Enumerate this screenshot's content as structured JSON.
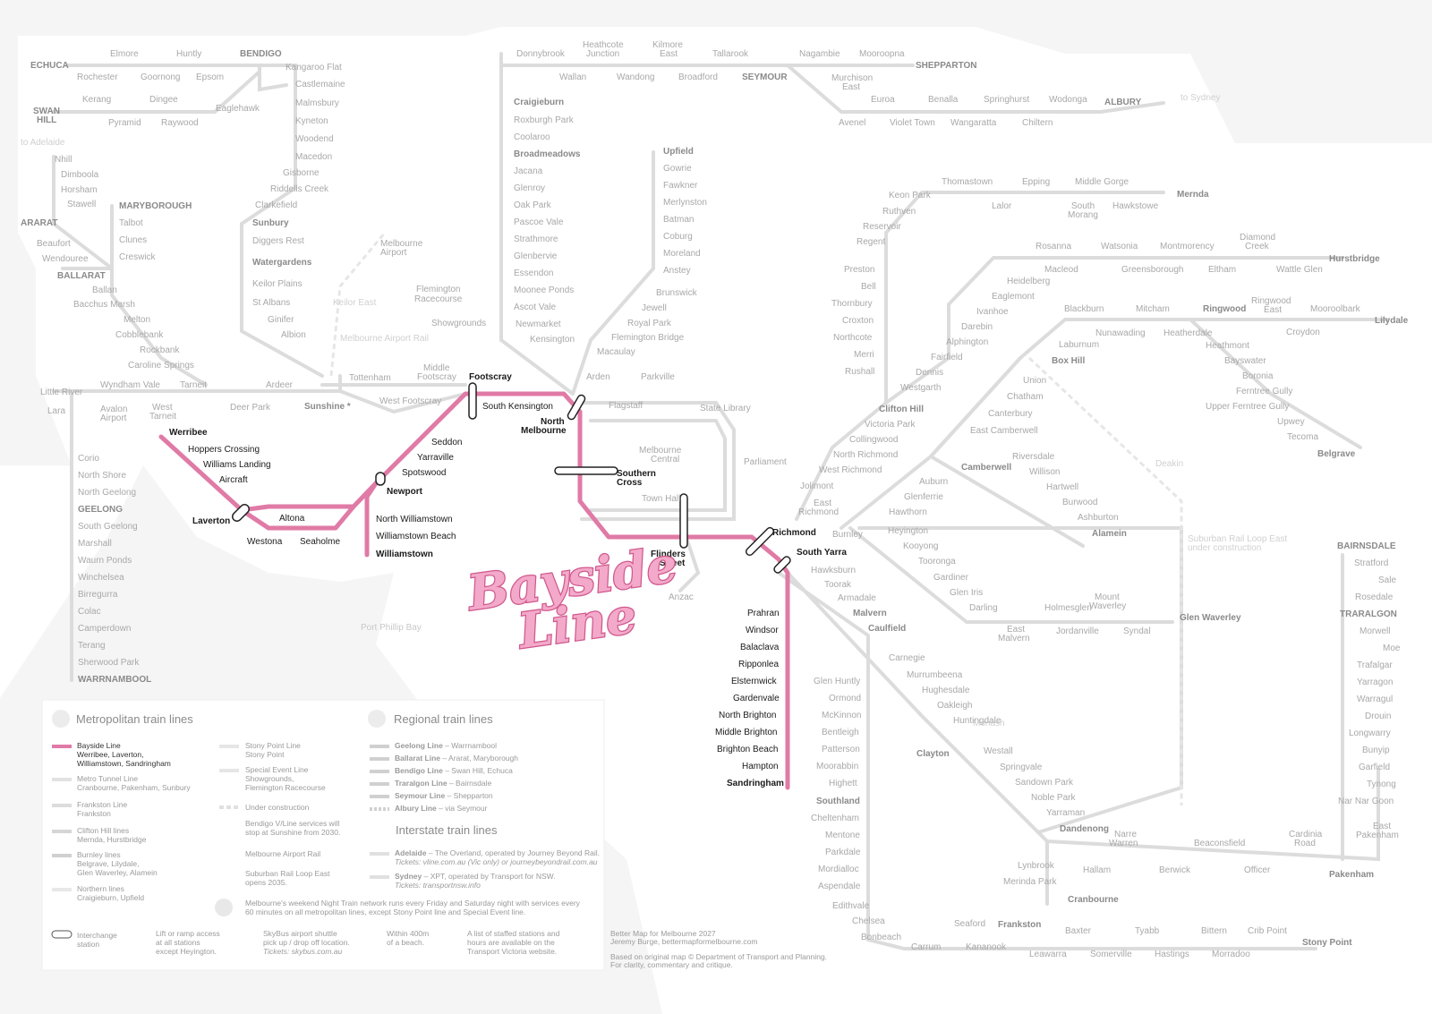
{
  "legend": {
    "metro_title": "Metropolitan train lines",
    "regional_title": "Regional train lines",
    "interstate_title": "Interstate train lines",
    "bayside_name": "Bayside Line",
    "bayside_desc": "Werribee, Laverton,",
    "bayside_desc2": "Williamstown, Sandringham",
    "metro_tunnel_name": "Metro Tunnel Line",
    "metro_tunnel_desc": "Cranbourne, Pakenham, Sunbury",
    "frankston_name": "Frankston Line",
    "frankston_desc": "Frankston",
    "clifton_name": "Clifton Hill lines",
    "clifton_desc": "Mernda, Hurstbridge",
    "burnley_name": "Burnley lines",
    "burnley_desc": "Belgrave, Lilydale,",
    "burnley_desc2": "Glen Waverley, Alamein",
    "northern_name": "Northern lines",
    "northern_desc": "Craigieburn, Upfield",
    "stony_name": "Stony Point Line",
    "stony_desc": "Stony Point",
    "special_name": "Special Event Line",
    "special_desc": "Showgrounds,",
    "special_desc2": "Flemington Racecourse",
    "under_construction": "Under construction",
    "bendigo_note": "Bendigo V/Line services will",
    "bendigo_note2": "stop at Sunshine from 2030.",
    "airport_rail": "Melbourne Airport Rail",
    "srl_note": "Suburban Rail Loop East",
    "srl_note2": "opens 2035.",
    "geelong_line": "Geelong Line",
    "geelong_dest": "– Warrnambool",
    "ballarat_line": "Ballarat Line",
    "ballarat_dest": "– Ararat, Maryborough",
    "bendigo_line": "Bendigo Line",
    "bendigo_dest": "– Swan Hill, Echuca",
    "traralgon_line": "Traralgon Line",
    "traralgon_dest": "– Bairnsdale",
    "seymour_line": "Seymour Line",
    "seymour_dest": "– Shepparton",
    "albury_line": "Albury Line",
    "albury_dest": "– via Seymour",
    "adelaide_label": "Adelaide",
    "adelaide_desc": "– The Overland, operated by Journey Beyond Rail.",
    "adelaide_tickets": "Tickets: vline.com.au (Vic only) or journeybeyondrail.com.au",
    "sydney_label": "Sydney",
    "sydney_desc": "– XPT, operated by Transport for NSW.",
    "sydney_tickets": "Tickets: transportnsw.info",
    "night_note": "Melbourne's weekend Night Train network runs every Friday and Saturday night with services every",
    "night_note2": "60 minutes on all metropolitan lines, except Stony Point line and Special Event line.",
    "interchange": "Interchange",
    "interchange2": "station",
    "lift": "Lift or ramp access",
    "lift2": "at all stations",
    "lift3": "except Heyington.",
    "skybus": "SkyBus airport shuttle",
    "skybus2": "pick up / drop off location.",
    "skybus3": "Tickets: skybus.com.au",
    "beach": "Within 400m",
    "beach2": "of a beach.",
    "staffed": "A list of staffed stations and",
    "staffed2": "hours are available on the",
    "staffed3": "Transport Victoria website.",
    "credit": "Better Map for Melbourne 2027",
    "credit2": "Jeremy Burge, bettermapformelbourne.com",
    "credit3": "Based on original map © Department of Transport and Planning.",
    "credit4": "For clarity, commentary and critique."
  },
  "logo": {
    "line1": "Bayside",
    "line2": "Line"
  },
  "water": {
    "bay": "Port Phillip Bay"
  },
  "colors": {
    "bayside": "#e07aa6",
    "line": "#d8d8d8",
    "bg": "#f5f5f5",
    "land": "#ffffff"
  },
  "stations": {
    "echuca": "ECHUCA",
    "elmore": "Elmore",
    "rochester": "Rochester",
    "huntly": "Huntly",
    "goornong": "Goornong",
    "epsom": "Epsom",
    "bendigo": "BENDIGO",
    "kangaroo_flat": "Kangaroo Flat",
    "castlemaine": "Castlemaine",
    "malmsbury": "Malmsbury",
    "kyneton": "Kyneton",
    "woodend": "Woodend",
    "macedon": "Macedon",
    "gisborne": "Gisborne",
    "riddells": "Riddells Creek",
    "clarkefield": "Clarkefield",
    "sunbury": "Sunbury",
    "diggers": "Diggers Rest",
    "watergardens": "Watergardens",
    "keilor_plains": "Keilor Plains",
    "st_albans": "St Albans",
    "ginifer": "Ginifer",
    "albion": "Albion",
    "swan_hill": "SWAN",
    "swan_hill2": "HILL",
    "kerang": "Kerang",
    "pyramid": "Pyramid",
    "dingee": "Dingee",
    "raywood": "Raywood",
    "eaglehawk": "Eaglehawk",
    "to_adelaide": "to Adelaide",
    "nhill": "Nhill",
    "dimboola": "Dimboola",
    "horsham": "Horsham",
    "stawell": "Stawell",
    "ararat": "ARARAT",
    "maryborough": "MARYBOROUGH",
    "talbot": "Talbot",
    "clunes": "Clunes",
    "creswick": "Creswick",
    "beaufort": "Beaufort",
    "wendouree": "Wendouree",
    "ballarat": "BALLARAT",
    "ballan": "Ballan",
    "bacchus": "Bacchus Marsh",
    "melton": "Melton",
    "cobblebank": "Cobblebank",
    "rockbank": "Rockbank",
    "caroline": "Caroline Springs",
    "wyndham": "Wyndham Vale",
    "tarneit": "Tarneit",
    "ardeer": "Ardeer",
    "deer_park": "Deer Park",
    "little_river": "Little River",
    "lara": "Lara",
    "avalon": "Avalon",
    "avalon2": "Airport",
    "west_tarneit": "West",
    "west_tarneit2": "Tarneit",
    "sunshine": "Sunshine *",
    "tottenham": "Tottenham",
    "middle_footscray": "Middle",
    "middle_footscray2": "Footscray",
    "west_footscray": "West Footscray",
    "footscray": "Footscray",
    "south_kensington": "South Kensington",
    "north_melbourne": "North",
    "north_melbourne2": "Melbourne",
    "seddon": "Seddon",
    "yarraville": "Yarraville",
    "spotswood": "Spotswood",
    "newport": "Newport",
    "werribee": "Werribee",
    "hoppers": "Hoppers Crossing",
    "williams_landing": "Williams Landing",
    "aircraft": "Aircraft",
    "laverton": "Laverton",
    "altona": "Altona",
    "westona": "Westona",
    "seaholme": "Seaholme",
    "north_williamstown": "North Williamstown",
    "williamstown_beach": "Williamstown Beach",
    "williamstown": "Williamstown",
    "southern_cross": "Southern",
    "southern_cross2": "Cross",
    "flinders": "Flinders",
    "flinders2": "Street",
    "richmond": "Richmond",
    "south_yarra": "South Yarra",
    "prahran": "Prahran",
    "windsor": "Windsor",
    "balaclava": "Balaclava",
    "ripponlea": "Ripponlea",
    "elsternwick": "Elsternwick",
    "gardenvale": "Gardenvale",
    "north_brighton": "North Brighton",
    "middle_brighton": "Middle Brighton",
    "brighton_beach": "Brighton Beach",
    "hampton": "Hampton",
    "sandringham": "Sandringham",
    "melbourne_airport": "Melbourne",
    "melbourne_airport2": "Airport",
    "keilor_east": "Keilor East",
    "melbourne_airport_rail": "Melbourne Airport Rail",
    "flemington": "Flemington",
    "flemington2": "Racecourse",
    "showgrounds": "Showgrounds",
    "donnybrook": "Donnybrook",
    "heathcote": "Heathcote",
    "heathcote2": "Junction",
    "kilmore": "Kilmore",
    "kilmore2": "East",
    "tallarook": "Tallarook",
    "nagambie": "Nagambie",
    "mooroopna": "Mooroopna",
    "shepparton": "SHEPPARTON",
    "wallan": "Wallan",
    "wandong": "Wandong",
    "broadford": "Broadford",
    "seymour": "SEYMOUR",
    "murchison": "Murchison",
    "murchison2": "East",
    "euroa": "Euroa",
    "benalla": "Benalla",
    "springhurst": "Springhurst",
    "wodonga": "Wodonga",
    "albury": "ALBURY",
    "to_sydney": "to Sydney",
    "avenel": "Avenel",
    "violet_town": "Violet Town",
    "wangaratta": "Wangaratta",
    "chiltern": "Chiltern",
    "craigieburn": "Craigieburn",
    "roxburgh": "Roxburgh Park",
    "coolaroo": "Coolaroo",
    "broadmeadows": "Broadmeadows",
    "jacana": "Jacana",
    "glenroy": "Glenroy",
    "oak_park": "Oak Park",
    "pascoe_vale": "Pascoe Vale",
    "strathmore": "Strathmore",
    "glenbervie": "Glenbervie",
    "essendon": "Essendon",
    "moonee_ponds": "Moonee Ponds",
    "ascot_vale": "Ascot Vale",
    "newmarket": "Newmarket",
    "kensington": "Kensington",
    "upfield": "Upfield",
    "gowrie": "Gowrie",
    "fawkner": "Fawkner",
    "merlynston": "Merlynston",
    "batman": "Batman",
    "coburg": "Coburg",
    "moreland": "Moreland",
    "anstey": "Anstey",
    "brunswick": "Brunswick",
    "jewell": "Jewell",
    "royal_park": "Royal Park",
    "flemington_bridge": "Flemington Bridge",
    "macaulay": "Macaulay",
    "arden": "Arden",
    "parkville": "Parkville",
    "flagstaff": "Flagstaff",
    "state_library": "State Library",
    "melbourne_central": "Melbourne",
    "melbourne_central2": "Central",
    "parliament": "Parliament",
    "town_hall": "Town Hall",
    "anzac": "Anzac",
    "mernda": "Mernda",
    "thomastown": "Thomastown",
    "epping": "Epping",
    "middle_gorge": "Middle Gorge",
    "keon_park": "Keon Park",
    "lalor": "Lalor",
    "south_morang": "South",
    "south_morang2": "Morang",
    "hawkstowe": "Hawkstowe",
    "ruthven": "Ruthven",
    "reservoir": "Reservoir",
    "regent": "Regent",
    "preston": "Preston",
    "bell": "Bell",
    "thornbury": "Thornbury",
    "croxton": "Croxton",
    "northcote": "Northcote",
    "merri": "Merri",
    "rushall": "Rushall",
    "clifton_hill": "Clifton Hill",
    "victoria_park": "Victoria Park",
    "collingwood": "Collingwood",
    "north_richmond": "North Richmond",
    "west_richmond": "West Richmond",
    "jolimont": "Jolimont",
    "east_richmond": "East",
    "east_richmond2": "Richmond",
    "burnley": "Burnley",
    "hurstbridge": "Hurstbridge",
    "rosanna": "Rosanna",
    "watsonia": "Watsonia",
    "montmorency": "Montmorency",
    "diamond_creek": "Diamond",
    "diamond_creek2": "Creek",
    "macleod": "Macleod",
    "greensborough": "Greensborough",
    "eltham": "Eltham",
    "wattle_glen": "Wattle Glen",
    "heidelberg": "Heidelberg",
    "eaglemont": "Eaglemont",
    "ivanhoe": "Ivanhoe",
    "darebin": "Darebin",
    "alphington": "Alphington",
    "fairfield": "Fairfield",
    "dennis": "Dennis",
    "westgarth": "Westgarth",
    "lilydale": "Lilydale",
    "blackburn": "Blackburn",
    "mitcham": "Mitcham",
    "ringwood": "Ringwood",
    "ringwood_east": "Ringwood",
    "ringwood_east2": "East",
    "mooroolbark": "Mooroolbark",
    "croydon": "Croydon",
    "nunawading": "Nunawading",
    "heatherdale": "Heatherdale",
    "laburnum": "Laburnum",
    "heathmont": "Heathmont",
    "box_hill": "Box Hill",
    "bayswater": "Bayswater",
    "boronia": "Boronia",
    "ferntree": "Ferntree Gully",
    "upper_ferntree": "Upper Ferntree Gully",
    "upwey": "Upwey",
    "tecoma": "Tecoma",
    "belgrave": "Belgrave",
    "union": "Union",
    "chatham": "Chatham",
    "canterbury": "Canterbury",
    "east_camberwell": "East Camberwell",
    "camberwell": "Camberwell",
    "auburn": "Auburn",
    "glenferrie": "Glenferrie",
    "hawthorn": "Hawthorn",
    "riversdale": "Riversdale",
    "willison": "Willison",
    "hartwell": "Hartwell",
    "burwood": "Burwood",
    "ashburton": "Ashburton",
    "alamein": "Alamein",
    "deakin": "Deakin",
    "heyington": "Heyington",
    "kooyong": "Kooyong",
    "tooronga": "Tooronga",
    "gardiner": "Gardiner",
    "glen_iris": "Glen Iris",
    "darling": "Darling",
    "east_malvern": "East",
    "east_malvern2": "Malvern",
    "holmesglen": "Holmesglen",
    "jordanville": "Jordanville",
    "mount_waverley": "Mount",
    "mount_waverley2": "Waverley",
    "syndal": "Syndal",
    "glen_waverley": "Glen Waverley",
    "srl_east": "Suburban Rail Loop East",
    "srl_east2": "under construction",
    "hawksburn": "Hawksburn",
    "toorak": "Toorak",
    "armadale": "Armadale",
    "malvern": "Malvern",
    "caulfield": "Caulfield",
    "carnegie": "Carnegie",
    "murrumbeena": "Murrumbeena",
    "hughesdale": "Hughesdale",
    "oakleigh": "Oakleigh",
    "huntingdale": "Huntingdale",
    "monash": "Monash",
    "clayton": "Clayton",
    "westall": "Westall",
    "springvale": "Springvale",
    "sandown": "Sandown Park",
    "noble_park": "Noble Park",
    "yarraman": "Yarraman",
    "dandenong": "Dandenong",
    "narre_warren": "Narre",
    "narre_warren2": "Warren",
    "beaconsfield": "Beaconsfield",
    "cardinia": "Cardinia",
    "cardinia2": "Road",
    "east_pakenham": "East",
    "east_pakenham2": "Pakenham",
    "hallam": "Hallam",
    "berwick": "Berwick",
    "officer": "Officer",
    "pakenham": "Pakenham",
    "lynbrook": "Lynbrook",
    "merinda_park": "Merinda Park",
    "cranbourne": "Cranbourne",
    "glen_huntly": "Glen Huntly",
    "ormond": "Ormond",
    "mckinnon": "McKinnon",
    "bentleigh": "Bentleigh",
    "patterson": "Patterson",
    "moorabbin": "Moorabbin",
    "highett": "Highett",
    "southland": "Southland",
    "cheltenham": "Cheltenham",
    "mentone": "Mentone",
    "parkdale": "Parkdale",
    "mordialloc": "Mordialloc",
    "aspendale": "Aspendale",
    "edithvale": "Edithvale",
    "chelsea": "Chelsea",
    "bonbeach": "Bonbeach",
    "carrum": "Carrum",
    "seaford": "Seaford",
    "kananook": "Kananook",
    "frankston": "Frankston",
    "leawarra": "Leawarra",
    "baxter": "Baxter",
    "somerville": "Somerville",
    "tyabb": "Tyabb",
    "hastings": "Hastings",
    "bittern": "Bittern",
    "morradoo": "Morradoo",
    "crib_point": "Crib Point",
    "stony_point": "Stony Point",
    "bairnsdale": "BAIRNSDALE",
    "stratford": "Stratford",
    "sale": "Sale",
    "rosedale": "Rosedale",
    "traralgon": "TRARALGON",
    "morwell": "Morwell",
    "moe": "Moe",
    "trafalgar": "Trafalgar",
    "yarragon": "Yarragon",
    "warragul": "Warragul",
    "drouin": "Drouin",
    "longwarry": "Longwarry",
    "bunyip": "Bunyip",
    "garfield": "Garfield",
    "tynong": "Tynong",
    "nar_nar_goon": "Nar Nar Goon",
    "corio": "Corio",
    "north_shore": "North Shore",
    "north_geelong": "North Geelong",
    "geelong": "GEELONG",
    "south_geelong": "South Geelong",
    "marshall": "Marshall",
    "waurn_ponds": "Waurn Ponds",
    "winchelsea": "Winchelsea",
    "birregurra": "Birregurra",
    "colac": "Colac",
    "camperdown": "Camperdown",
    "terang": "Terang",
    "sherwood_park": "Sherwood Park",
    "warrnambool": "WARRNAMBOOL"
  }
}
